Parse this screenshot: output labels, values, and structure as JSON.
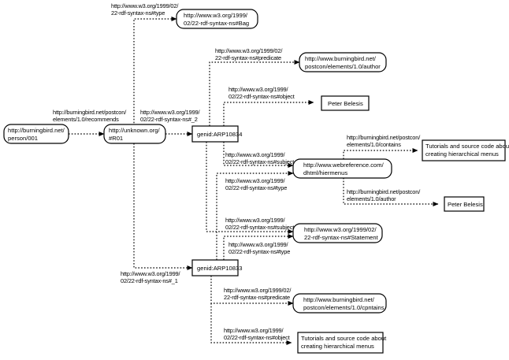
{
  "diagram": {
    "nodes": {
      "person001": [
        "http://burningbird.net/",
        "person/001"
      ],
      "bag": [
        "http://www.w3.org/1999/",
        "02/22-rdf-syntax-ns#Bag"
      ],
      "r01": [
        "http://unknown.org/",
        "#R01"
      ],
      "arp834": [
        "genid:ARP10834"
      ],
      "arp833": [
        "genid:ARP10833"
      ],
      "author_res": [
        "http://www.burningbird.net/",
        "postcon/elements/1.0/author"
      ],
      "peter1": [
        "Peter Belesis"
      ],
      "hiermenus": [
        "http://www.webreference.com/",
        "dhtml/hiermenus"
      ],
      "tutorials1": [
        "Tutorials and source code about",
        "creating hierarchical menus"
      ],
      "peter2": [
        "Peter Belesis"
      ],
      "statement": [
        "http://www.w3.org/1999/02/",
        "22-rdf-syntax-ns#Statement"
      ],
      "contains_res": [
        "http://www.burningbird.net/",
        "postcon/elements/1.0/cpntains"
      ],
      "tutorials2": [
        "Tutorials and source code about",
        "creating hierarchical menus"
      ]
    },
    "edge_labels": {
      "recommends": [
        "http://burningbird.net/postcon/",
        "elements/1.0/recommends"
      ],
      "r01_type": [
        "http://www.w3.org/1999/02/",
        "22-rdf-syntax-ns#type"
      ],
      "r01_li2": [
        "http://www.w3.org/1999/",
        "02/22-rdf-syntax-ns#_2"
      ],
      "r01_li1": [
        "http://www.w3.org/1999/",
        "02/22-rdf-syntax-ns#_1"
      ],
      "a834_predicate": [
        "http://www.w3.org/1999/02/",
        "22-rdf-syntax-ns#predicate"
      ],
      "a834_object": [
        "http://www.w3.org/1999/",
        "02/22-rdf-syntax-ns#object"
      ],
      "a834_subject": [
        "http://www.w3.org/1999/",
        "02/22-rdf-syntax-ns#subject"
      ],
      "a834_type": [
        "http://www.w3.org/1999/",
        "02/22-rdf-syntax-ns#type"
      ],
      "hier_contains": [
        "http://burningbird.net/postcon/",
        "elements/1.0/contains"
      ],
      "hier_author": [
        "http://burningbird.net/postcon/",
        "elements/1.0/author"
      ],
      "a833_subject": [
        "http://www.w3.org/1999/",
        "02/22-rdf-syntax-ns#subject"
      ],
      "a833_type": [
        "http://www.w3.org/1999/",
        "02/22-rdf-syntax-ns#type"
      ],
      "a833_predicate": [
        "http://www.w3.org/1999/02/",
        "22-rdf-syntax-ns#predicate"
      ],
      "a833_object": [
        "http://www.w3.org/1999/",
        "02/22-rdf-syntax-ns#object"
      ]
    }
  }
}
